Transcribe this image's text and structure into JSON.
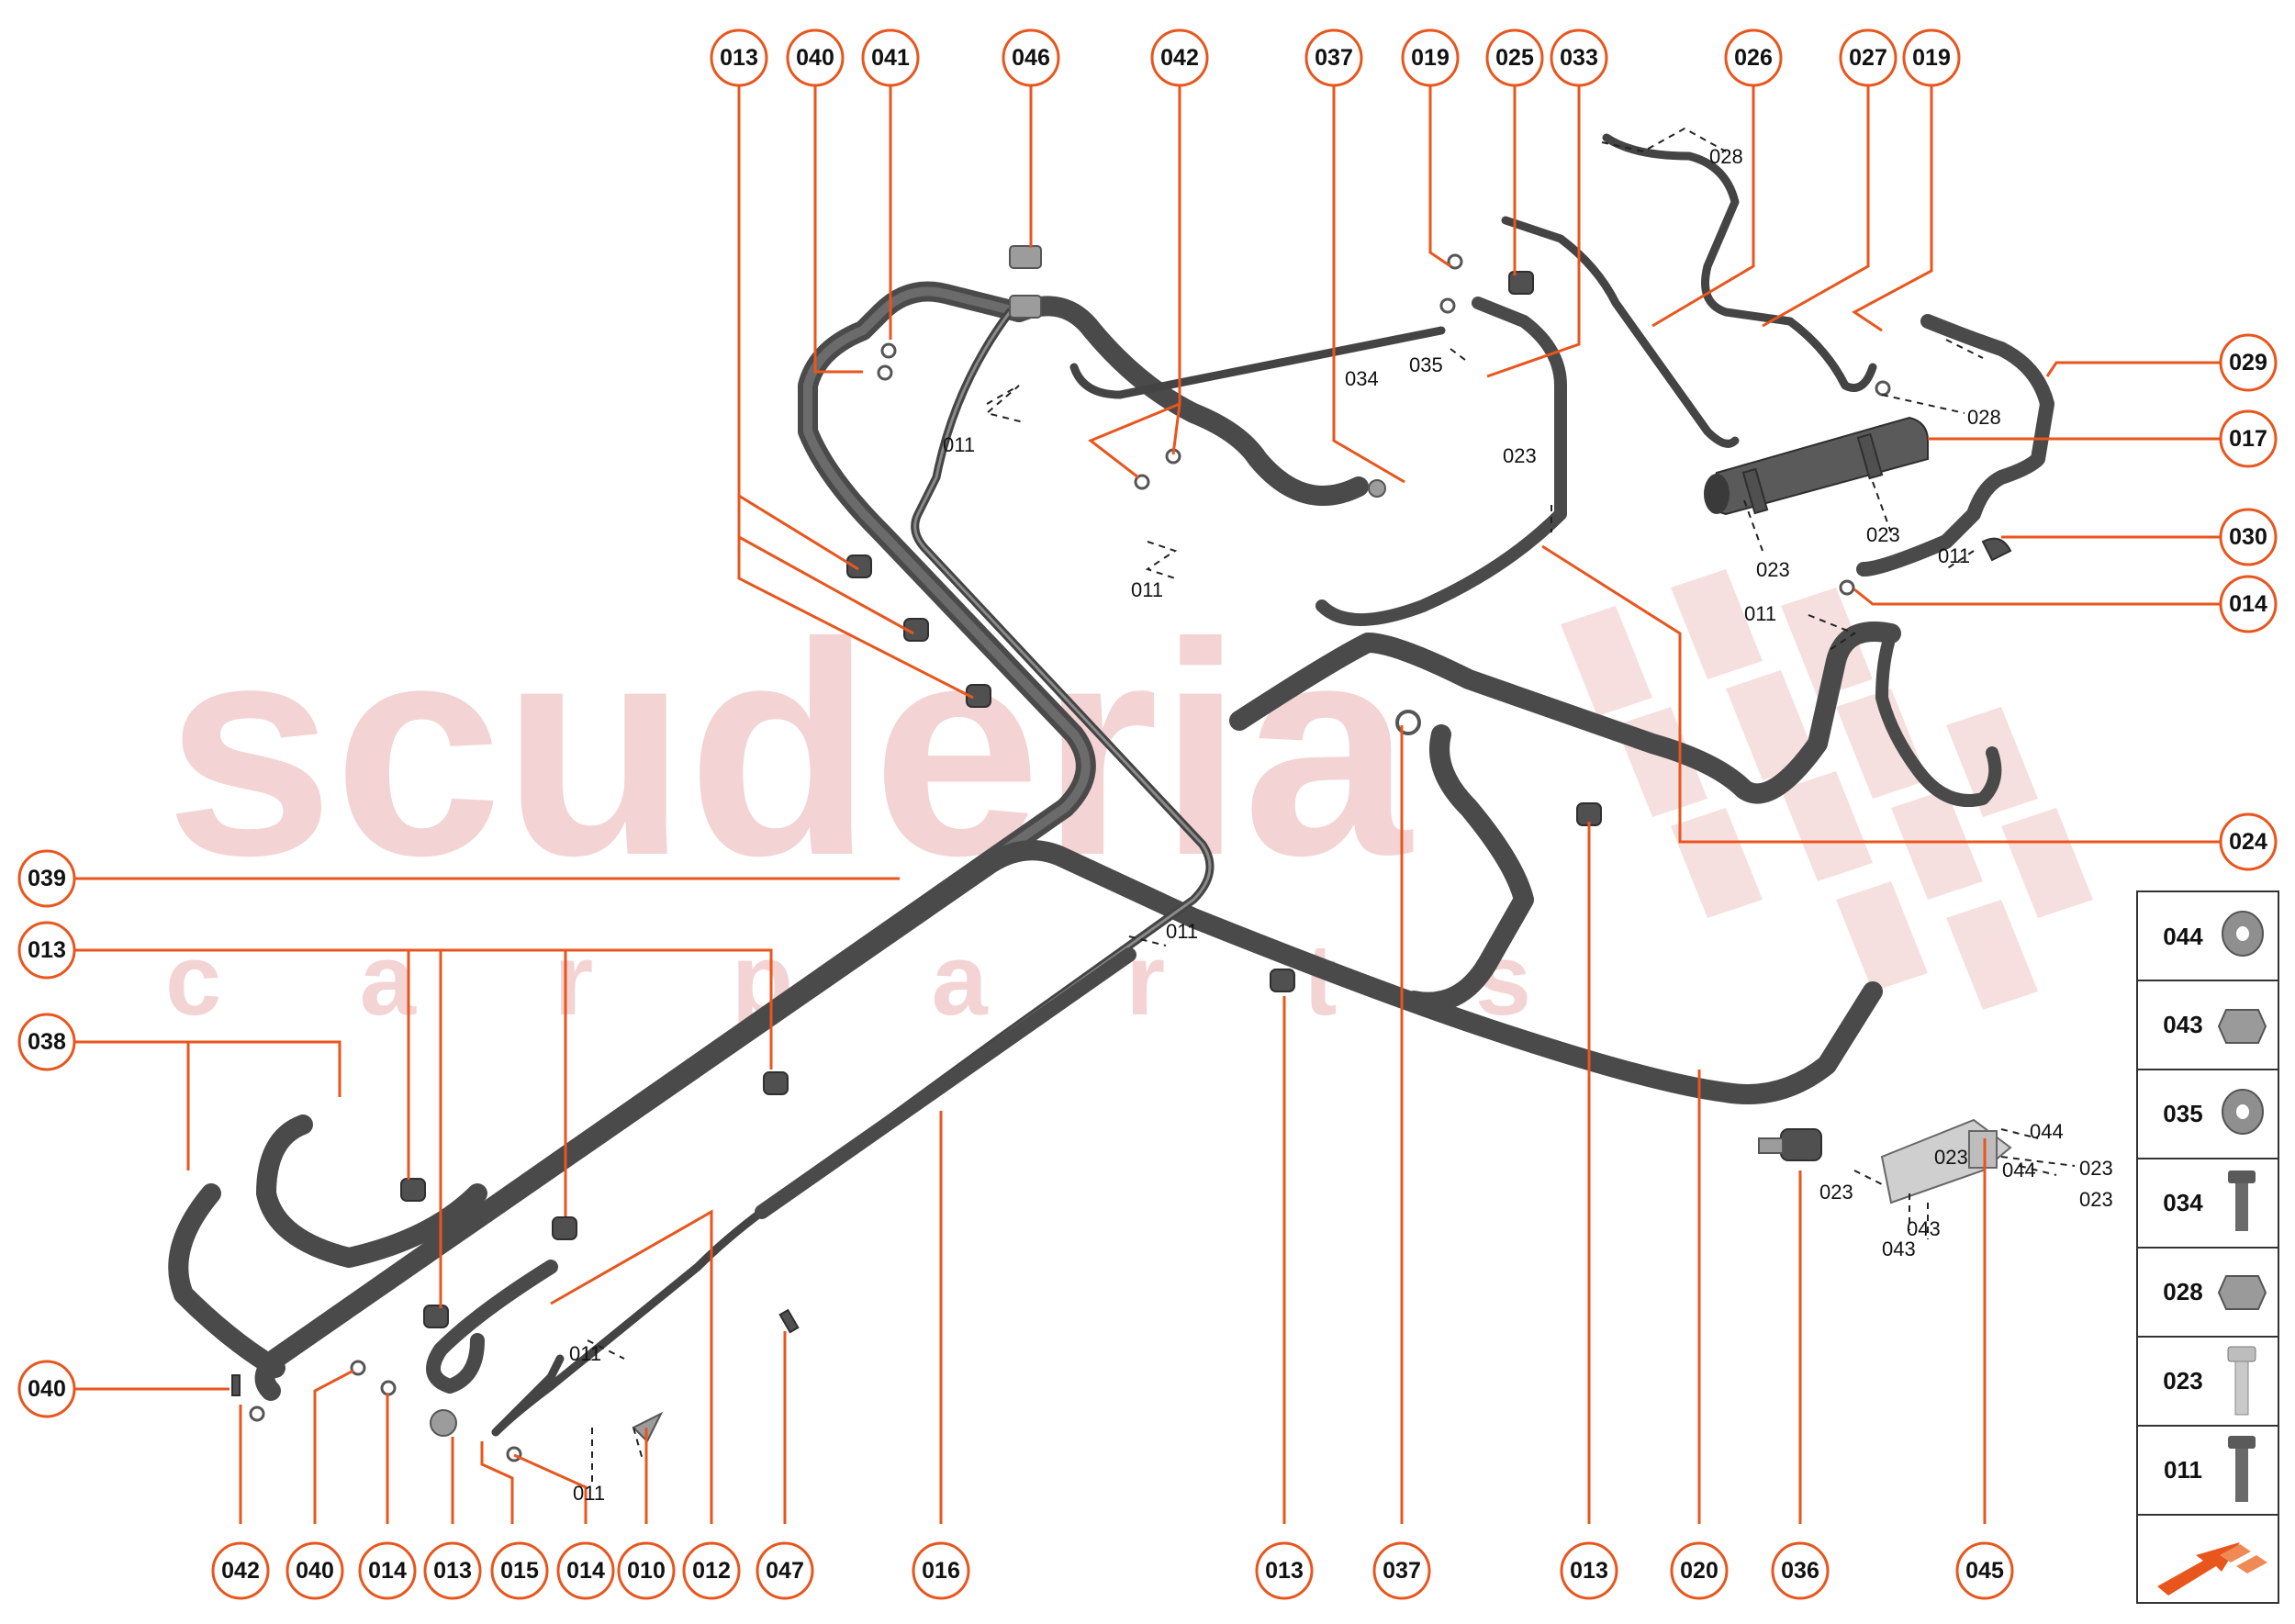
{
  "colors": {
    "accent": "#e8561d",
    "watermark": "#f3d3d3",
    "part": "#4a4a4a"
  },
  "watermark": {
    "brand": "scuderia",
    "tagline": "c a r p a r t s"
  },
  "callouts_top": [
    "013",
    "040",
    "041",
    "046",
    "042",
    "037",
    "019",
    "025",
    "033",
    "026",
    "027",
    "019"
  ],
  "callouts_bottom": [
    "042",
    "040",
    "014",
    "013",
    "015",
    "014",
    "010",
    "012",
    "047",
    "016",
    "013",
    "037",
    "013",
    "020",
    "036",
    "045"
  ],
  "callouts_left": [
    "039",
    "013",
    "038",
    "040"
  ],
  "callouts_right": [
    "029",
    "017",
    "030",
    "014",
    "024"
  ],
  "inline_labels": [
    "028",
    "011",
    "034",
    "035",
    "023",
    "028",
    "023",
    "023",
    "011",
    "011",
    "011",
    "011",
    "011",
    "011",
    "023",
    "023",
    "043",
    "043",
    "044",
    "044",
    "023",
    "023"
  ],
  "legend": [
    "044",
    "043",
    "035",
    "034",
    "028",
    "023",
    "011"
  ],
  "icons": {
    "legend_arrow": "orange-direction-arrow-icon"
  }
}
